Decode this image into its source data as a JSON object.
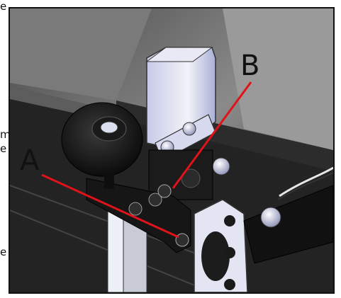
{
  "page": {
    "left_text_fragments": [
      "e",
      "m",
      "e",
      "e"
    ]
  },
  "figure": {
    "callouts": [
      {
        "letter": "A",
        "leader_color": "#e0131a"
      },
      {
        "letter": "B",
        "leader_color": "#e0131a"
      }
    ]
  }
}
